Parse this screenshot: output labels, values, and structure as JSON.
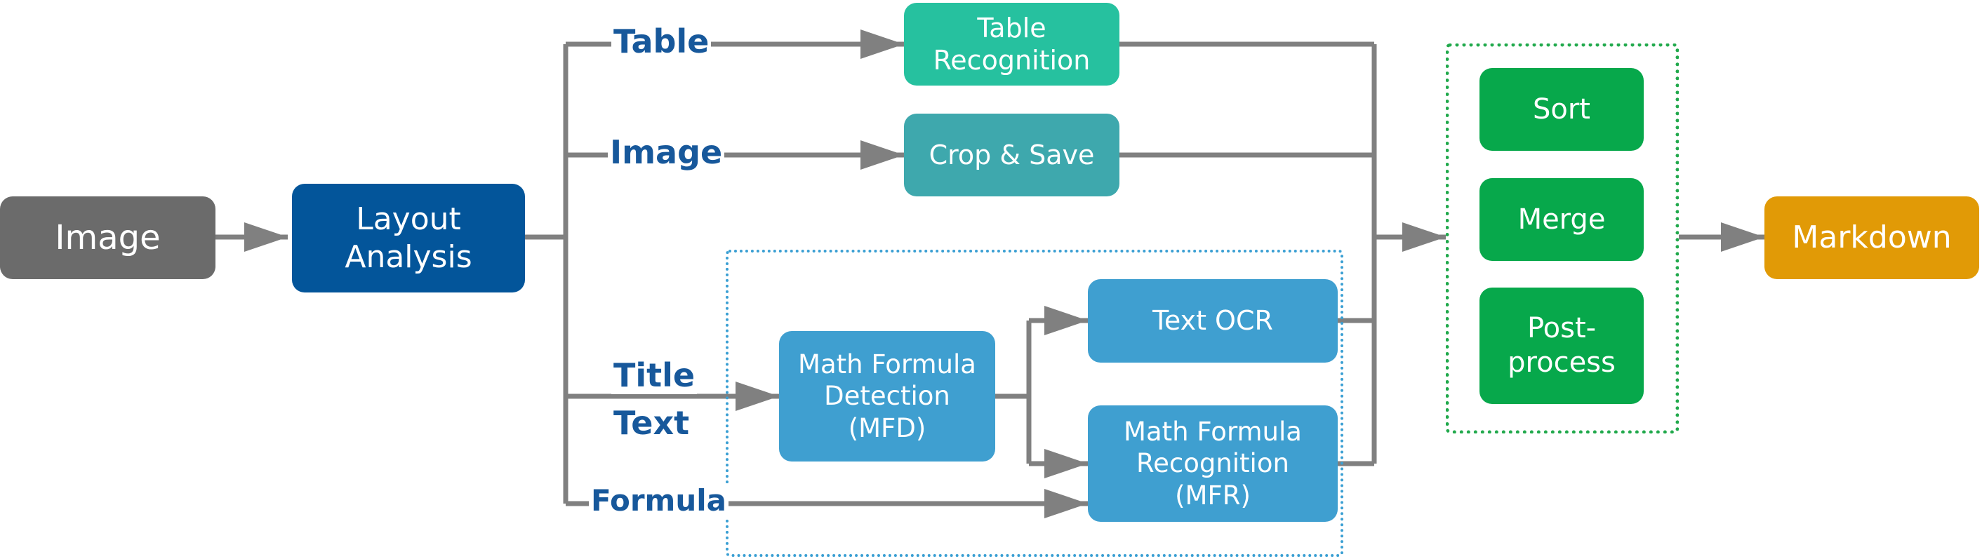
{
  "nodes": {
    "image": {
      "label": "Image",
      "color": "#6b6b6b"
    },
    "layout": {
      "label": "Layout\nAnalysis",
      "color": "#03559a"
    },
    "table_rec": {
      "label": "Table\nRecognition",
      "color": "#26c19f"
    },
    "crop_save": {
      "label": "Crop & Save",
      "color": "#3ea8ad"
    },
    "mfd": {
      "label": "Math Formula\nDetection\n(MFD)",
      "color": "#3f9fd0"
    },
    "text_ocr": {
      "label": "Text OCR",
      "color": "#3f9fd0"
    },
    "mfr": {
      "label": "Math Formula\nRecognition\n(MFR)",
      "color": "#3f9fd0"
    },
    "sort": {
      "label": "Sort",
      "color": "#07a84b"
    },
    "merge": {
      "label": "Merge",
      "color": "#07a84b"
    },
    "postprocess": {
      "label": "Post-\nprocess",
      "color": "#07a84b"
    },
    "markdown": {
      "label": "Markdown",
      "color": "#e19a06"
    }
  },
  "branch_labels": {
    "table": "Table",
    "image": "Image",
    "title": "Title",
    "text": "Text",
    "formula": "Formula"
  },
  "colors": {
    "connector": "#808080",
    "text_group_border": "#3a9fd3",
    "output_group_border": "#21a94c",
    "branch_label": "#17589b"
  }
}
